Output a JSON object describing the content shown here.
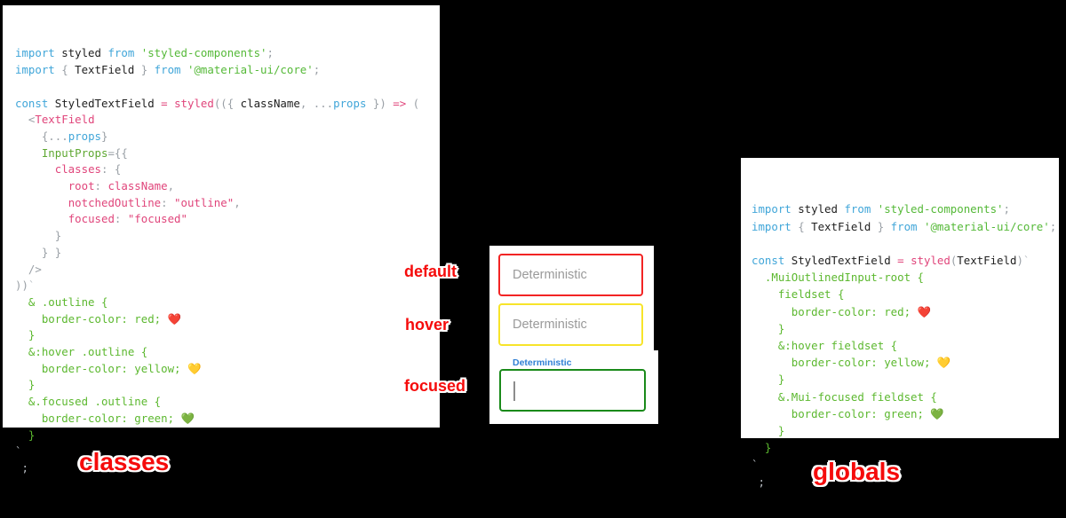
{
  "left_panel": {
    "name": "classes",
    "title": "classes",
    "lines": [
      [
        {
          "t": "import ",
          "c": "tok-kw"
        },
        {
          "t": "styled",
          "c": "tok-plain"
        },
        {
          "t": " from ",
          "c": "tok-kw"
        },
        {
          "t": "'styled-components'",
          "c": "tok-str"
        },
        {
          "t": ";",
          "c": "tok-punc"
        }
      ],
      [
        {
          "t": "import ",
          "c": "tok-kw"
        },
        {
          "t": "{ ",
          "c": "tok-punc"
        },
        {
          "t": "TextField",
          "c": "tok-plain"
        },
        {
          "t": " } ",
          "c": "tok-punc"
        },
        {
          "t": "from ",
          "c": "tok-kw"
        },
        {
          "t": "'@material-ui/core'",
          "c": "tok-str"
        },
        {
          "t": ";",
          "c": "tok-punc"
        }
      ],
      [
        {
          "t": "",
          "c": "tok-plain"
        }
      ],
      [
        {
          "t": "const ",
          "c": "tok-kw"
        },
        {
          "t": "StyledTextField",
          "c": "tok-plain"
        },
        {
          "t": " = ",
          "c": "tok-op"
        },
        {
          "t": "styled",
          "c": "tok-fn"
        },
        {
          "t": "(({ ",
          "c": "tok-punc"
        },
        {
          "t": "className",
          "c": "tok-plain"
        },
        {
          "t": ", ",
          "c": "tok-punc"
        },
        {
          "t": "...",
          "c": "tok-punc"
        },
        {
          "t": "props",
          "c": "tok-var"
        },
        {
          "t": " }) ",
          "c": "tok-punc"
        },
        {
          "t": "=> ",
          "c": "tok-op"
        },
        {
          "t": "(",
          "c": "tok-punc"
        }
      ],
      [
        {
          "t": "  <",
          "c": "tok-punc"
        },
        {
          "t": "TextField",
          "c": "tok-tag"
        }
      ],
      [
        {
          "t": "    {...",
          "c": "tok-punc"
        },
        {
          "t": "props",
          "c": "tok-var"
        },
        {
          "t": "}",
          "c": "tok-punc"
        }
      ],
      [
        {
          "t": "    ",
          "c": "tok-plain"
        },
        {
          "t": "InputProps",
          "c": "tok-attr"
        },
        {
          "t": "={{",
          "c": "tok-punc"
        }
      ],
      [
        {
          "t": "      ",
          "c": "tok-plain"
        },
        {
          "t": "classes",
          "c": "tok-prop"
        },
        {
          "t": ": {",
          "c": "tok-punc"
        }
      ],
      [
        {
          "t": "        ",
          "c": "tok-plain"
        },
        {
          "t": "root",
          "c": "tok-prop"
        },
        {
          "t": ": ",
          "c": "tok-punc"
        },
        {
          "t": "className",
          "c": "tok-prop"
        },
        {
          "t": ",",
          "c": "tok-punc"
        }
      ],
      [
        {
          "t": "        ",
          "c": "tok-plain"
        },
        {
          "t": "notchedOutline",
          "c": "tok-prop"
        },
        {
          "t": ": ",
          "c": "tok-punc"
        },
        {
          "t": "\"outline\"",
          "c": "tok-prop"
        },
        {
          "t": ",",
          "c": "tok-punc"
        }
      ],
      [
        {
          "t": "        ",
          "c": "tok-plain"
        },
        {
          "t": "focused",
          "c": "tok-prop"
        },
        {
          "t": ": ",
          "c": "tok-punc"
        },
        {
          "t": "\"focused\"",
          "c": "tok-prop"
        }
      ],
      [
        {
          "t": "      }",
          "c": "tok-punc"
        }
      ],
      [
        {
          "t": "    } }",
          "c": "tok-punc"
        }
      ],
      [
        {
          "t": "  />",
          "c": "tok-punc"
        }
      ],
      [
        {
          "t": "))",
          "c": "tok-punc"
        },
        {
          "t": "`",
          "c": "tok-dim"
        }
      ],
      [
        {
          "t": "  & .outline {",
          "c": "tok-css"
        }
      ],
      [
        {
          "t": "    border-color: red; ❤️",
          "c": "tok-css"
        }
      ],
      [
        {
          "t": "  }",
          "c": "tok-css"
        }
      ],
      [
        {
          "t": "  &:hover .outline {",
          "c": "tok-css"
        }
      ],
      [
        {
          "t": "    border-color: yellow; 💛",
          "c": "tok-css"
        }
      ],
      [
        {
          "t": "  }",
          "c": "tok-css"
        }
      ],
      [
        {
          "t": "  &.focused .outline {",
          "c": "tok-css"
        }
      ],
      [
        {
          "t": "    border-color: green; 💚",
          "c": "tok-css"
        }
      ],
      [
        {
          "t": "  }",
          "c": "tok-css"
        }
      ],
      [
        {
          "t": "`",
          "c": "tok-dim"
        }
      ],
      [
        {
          "t": " ;",
          "c": "tok-dim"
        }
      ]
    ]
  },
  "right_panel": {
    "name": "globals",
    "title": "globals",
    "lines": [
      [
        {
          "t": "import ",
          "c": "tok-kw"
        },
        {
          "t": "styled",
          "c": "tok-plain"
        },
        {
          "t": " from ",
          "c": "tok-kw"
        },
        {
          "t": "'styled-components'",
          "c": "tok-str"
        },
        {
          "t": ";",
          "c": "tok-punc"
        }
      ],
      [
        {
          "t": "import ",
          "c": "tok-kw"
        },
        {
          "t": "{ ",
          "c": "tok-punc"
        },
        {
          "t": "TextField",
          "c": "tok-plain"
        },
        {
          "t": " } ",
          "c": "tok-punc"
        },
        {
          "t": "from ",
          "c": "tok-kw"
        },
        {
          "t": "'@material-ui/core'",
          "c": "tok-str"
        },
        {
          "t": ";",
          "c": "tok-punc"
        }
      ],
      [
        {
          "t": "",
          "c": "tok-plain"
        }
      ],
      [
        {
          "t": "const ",
          "c": "tok-kw"
        },
        {
          "t": "StyledTextField",
          "c": "tok-plain"
        },
        {
          "t": " = ",
          "c": "tok-op"
        },
        {
          "t": "styled",
          "c": "tok-fn"
        },
        {
          "t": "(",
          "c": "tok-punc"
        },
        {
          "t": "TextField",
          "c": "tok-plain"
        },
        {
          "t": ")",
          "c": "tok-punc"
        },
        {
          "t": "`",
          "c": "tok-dim"
        }
      ],
      [
        {
          "t": "  .MuiOutlinedInput-root {",
          "c": "tok-css"
        }
      ],
      [
        {
          "t": "    fieldset {",
          "c": "tok-css"
        }
      ],
      [
        {
          "t": "      border-color: red; ❤️",
          "c": "tok-css"
        }
      ],
      [
        {
          "t": "    }",
          "c": "tok-css"
        }
      ],
      [
        {
          "t": "    &:hover fieldset {",
          "c": "tok-css"
        }
      ],
      [
        {
          "t": "      border-color: yellow; 💛",
          "c": "tok-css"
        }
      ],
      [
        {
          "t": "    }",
          "c": "tok-css"
        }
      ],
      [
        {
          "t": "    &.Mui-focused fieldset {",
          "c": "tok-css"
        }
      ],
      [
        {
          "t": "      border-color: green; 💚",
          "c": "tok-css"
        }
      ],
      [
        {
          "t": "    }",
          "c": "tok-css"
        }
      ],
      [
        {
          "t": "  }",
          "c": "tok-css"
        }
      ],
      [
        {
          "t": "`",
          "c": "tok-dim"
        }
      ],
      [
        {
          "t": " ;",
          "c": "tok-dim"
        }
      ]
    ]
  },
  "demo": {
    "fields": {
      "default": {
        "text": "Deterministic",
        "border_color": "#f22424",
        "state": "default"
      },
      "hover": {
        "text": "Deterministic",
        "border_color": "#f7e42a",
        "state": "hover"
      },
      "focused": {
        "label": "Deterministic",
        "value": "",
        "border_color": "#1a8a1a",
        "label_color": "#2f7fd4",
        "state": "focused"
      }
    },
    "callouts": {
      "default": "default",
      "hover": "hover",
      "focused": "focused"
    }
  },
  "colors": {
    "background": "#000000",
    "panel": "#ffffff",
    "callout_text": "#f50b0b",
    "callout_stroke": "#ffffff",
    "red": "#f22424",
    "yellow": "#f7e42a",
    "green": "#1a8a1a",
    "blue_label": "#2f7fd4",
    "placeholder": "#9a9a9a"
  }
}
